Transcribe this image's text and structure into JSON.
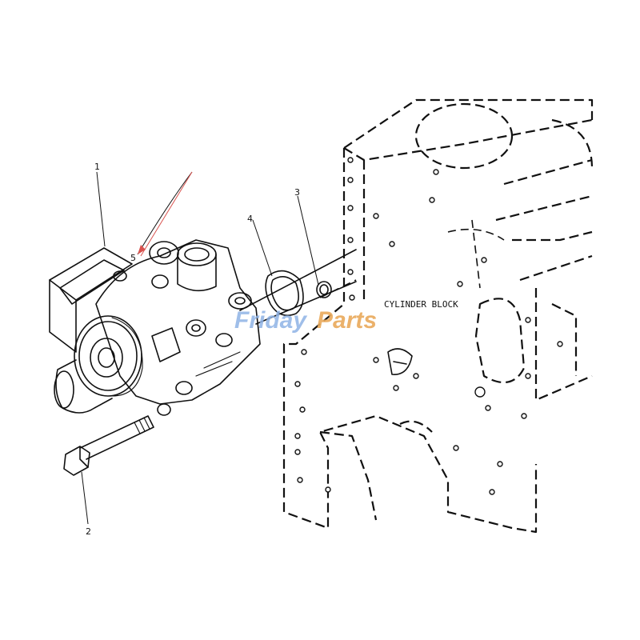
{
  "callouts": {
    "c1": "1",
    "c2": "2",
    "c3": "3",
    "c4": "4",
    "c5": "5"
  },
  "block_label": "CYLINDER BLOCK",
  "watermark": {
    "part1": "Friday",
    "part2": "Parts"
  },
  "colors": {
    "line": "#111111",
    "marker_arrow": "#d9534f",
    "watermark_blue": "#8fb3e6",
    "watermark_orange": "#e9a95a"
  }
}
